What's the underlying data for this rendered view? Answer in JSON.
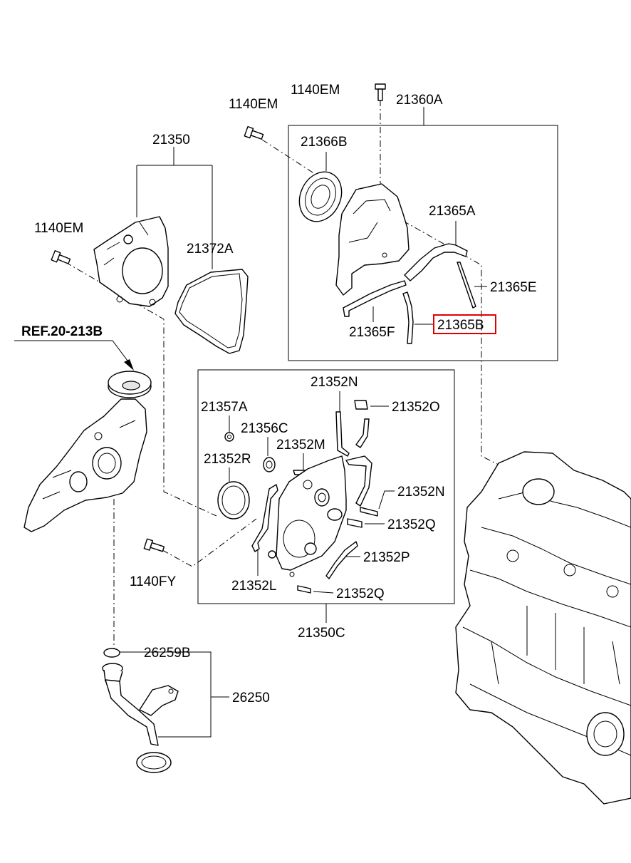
{
  "labels": {
    "bolt_top": "1140EM",
    "cover_assy": "21360A",
    "bolt_upper_left": "1140EM",
    "cover_seal": "21366B",
    "gasket_21365a": "21365A",
    "gasket_21365e": "21365E",
    "gasket_21365f": "21365F",
    "gasket_21365b": "21365B",
    "lower_cover": "21350",
    "bolt_left": "1140EM",
    "gasket_21372a": "21372A",
    "ref": "REF.20-213B",
    "p21352n_top": "21352N",
    "p21352o": "21352O",
    "p21357a": "21357A",
    "p21356c": "21356C",
    "p21352m": "21352M",
    "p21352r": "21352R",
    "p21352n_mid": "21352N",
    "p21352q_mid": "21352Q",
    "p21352p": "21352P",
    "bolt_1140fy": "1140FY",
    "p21352l": "21352L",
    "p21352q_bot": "21352Q",
    "seal_assy": "21350C",
    "oring": "26259B",
    "strainer": "26250"
  },
  "colors": {
    "line": "#000000",
    "highlight": "#e00000",
    "shade": "#e6e6e6"
  }
}
